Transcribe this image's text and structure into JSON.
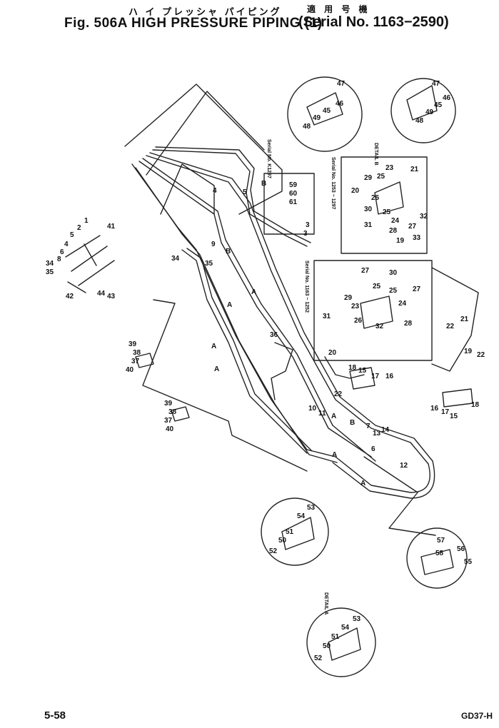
{
  "header": {
    "title_jp": "ハ イ プレッシャ パイピング",
    "serial_jp": "適 用 号 機",
    "title": "Fig. 506A HIGH PRESSURE PIPING (1)",
    "serial": "(Serial No. 1163−2590)"
  },
  "footer": {
    "page_number": "5-58",
    "drawing_code": "GD37-H"
  },
  "notes": {
    "detail_a": "DETAIL A",
    "detail_b": "DETAIL B",
    "serial_1297": "Serial No. K1297",
    "serial_1253": "Serial No. 1253 ~ 1297",
    "serial_1163": "Serial No. 1163 ~ 1252"
  },
  "callouts": {
    "top_cluster": [
      "5",
      "2",
      "1",
      "4",
      "6",
      "8",
      "34",
      "35",
      "41",
      "42",
      "44",
      "43"
    ],
    "detail_b1": [
      "47",
      "46",
      "45",
      "49",
      "48"
    ],
    "detail_b2": [
      "47",
      "46",
      "45",
      "49",
      "48"
    ],
    "detail_a1": [
      "52",
      "50",
      "51",
      "54",
      "53"
    ],
    "detail_a2": [
      "52",
      "50",
      "51",
      "54",
      "53"
    ],
    "lower_right": [
      "57",
      "58",
      "56",
      "55"
    ],
    "fittings_left1": [
      "39",
      "38",
      "37",
      "40"
    ],
    "fittings_left2": [
      "39",
      "38",
      "37",
      "40"
    ],
    "main_lines": [
      "34",
      "35",
      "9",
      "B",
      "A",
      "A",
      "A",
      "36",
      "10",
      "11",
      "12",
      "13",
      "14",
      "7",
      "6",
      "B",
      "A",
      "A",
      "A",
      "4",
      "3",
      "5",
      "A",
      "B"
    ],
    "box1": [
      "59",
      "60",
      "61",
      "3"
    ],
    "box2": [
      "20",
      "29",
      "26",
      "23",
      "25",
      "21",
      "30",
      "31",
      "28",
      "19",
      "33",
      "32",
      "24",
      "25",
      "27"
    ],
    "box3": [
      "31",
      "29",
      "23",
      "27",
      "30",
      "25",
      "25",
      "24",
      "26",
      "32",
      "28",
      "27"
    ],
    "right_valve": [
      "22",
      "21",
      "19",
      "22",
      "16",
      "17",
      "15",
      "18"
    ],
    "mid_valve": [
      "18",
      "15",
      "17",
      "16",
      "22",
      "20"
    ]
  }
}
